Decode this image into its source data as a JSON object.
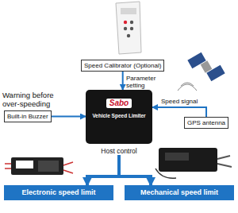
{
  "diagram": {
    "nodes": [
      {
        "text": [
          "Speed Calibrator (Optional)"
        ]
      },
      {
        "text": [
          "Built-in Buzzer"
        ]
      },
      {
        "text": [
          "Sabo",
          "Vehicle Speed Limiter",
          "Host control"
        ]
      },
      {
        "text": [
          "GPS antenna"
        ]
      },
      {
        "text": [
          "Electronic speed limit"
        ]
      },
      {
        "text": [
          "Mechanical speed limit"
        ]
      }
    ],
    "edges": [
      {
        "from": 0,
        "to": 2,
        "label": "Parameter setting",
        "arrow": "to"
      },
      {
        "from": 1,
        "to": 2,
        "arrow": "to"
      },
      {
        "from": 3,
        "to": 2,
        "label": "Speed signal",
        "arrow": "to"
      },
      {
        "from": 2,
        "to": 4,
        "arrow": "to"
      },
      {
        "from": 2,
        "to": 5,
        "arrow": "to"
      }
    ],
    "labels": [
      "Warning before over-speeding"
    ]
  }
}
